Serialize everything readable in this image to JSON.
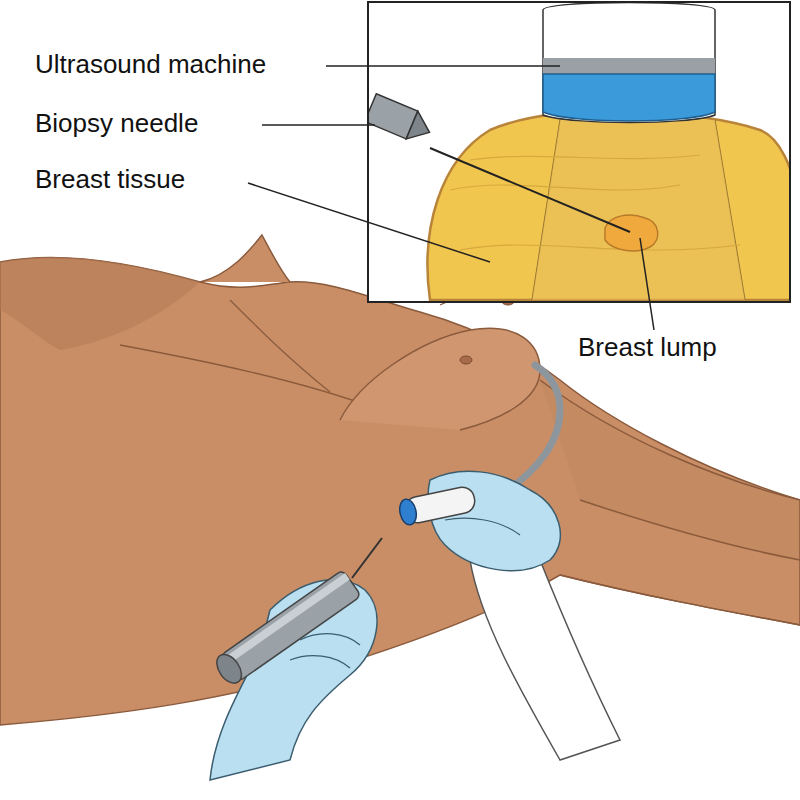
{
  "diagram": {
    "labels": [
      "Ultrasound machine",
      "Biopsy needle",
      "Breast tissue",
      "Breast lump"
    ]
  }
}
